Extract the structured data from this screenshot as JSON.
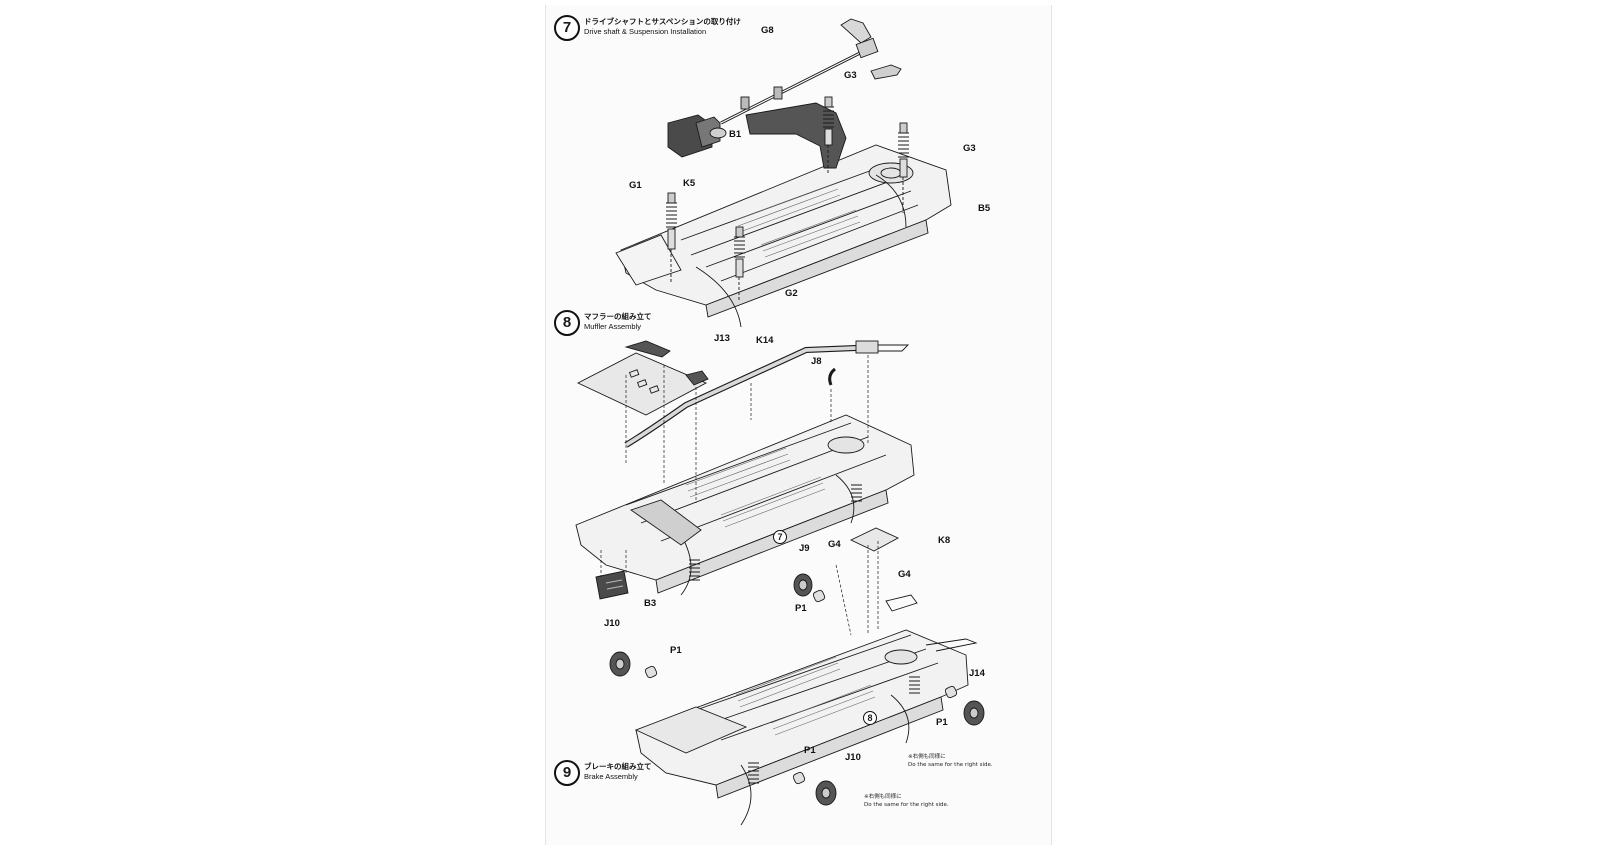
{
  "steps": [
    {
      "number": "7",
      "title_jp": "ドライブシャフトとサスペンションの取り付け",
      "title_en": "Drive shaft & Suspension Installation"
    },
    {
      "number": "8",
      "title_jp": "マフラーの組み立て",
      "title_en": "Muffler Assembly"
    },
    {
      "number": "9",
      "title_jp": "ブレーキの組み立て",
      "title_en": "Brake Assembly"
    }
  ],
  "part_labels": [
    "G8",
    "G3",
    "G3",
    "B5",
    "B1",
    "K5",
    "G1",
    "G2",
    "J13",
    "K14",
    "J8",
    "B3",
    "K8",
    "J9",
    "G4",
    "G4",
    "P1",
    "J10",
    "P1",
    "J14",
    "P1",
    "P1",
    "J10"
  ],
  "sub_refs": [
    "7",
    "8"
  ],
  "notes": [
    {
      "jp": "※右側も同様に",
      "en": "Do the same for the right side."
    },
    {
      "jp": "※右側も同様に",
      "en": "Do the same for the right side."
    }
  ],
  "colors": {
    "line": "#1a1a1a",
    "part_fill": "#e6e6e6",
    "dark_part": "#555555",
    "paint_chip": "#222222",
    "sheet": "#fbfbfb"
  }
}
